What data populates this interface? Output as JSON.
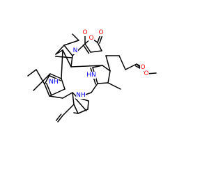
{
  "molecule": {
    "colors": {
      "bond": "#000000",
      "carbon": "#000000",
      "oxygen": "#ff0d0d",
      "nitrogen": "#0000ff"
    },
    "heteroatom_labels": [
      {
        "id": "n-ring-b",
        "element": "nitrogen",
        "text": "N"
      },
      {
        "id": "nh-ring-a",
        "element": "nitrogen",
        "text": "NH"
      },
      {
        "id": "nh-ring-c",
        "element": "nitrogen",
        "text": "NH"
      },
      {
        "id": "hn-ring-d",
        "element": "nitrogen",
        "text": "HN"
      },
      {
        "id": "o-anhydride-carbonyl-top",
        "element": "oxygen",
        "text": "O"
      },
      {
        "id": "o-anhydride-ring",
        "element": "oxygen",
        "text": "O"
      },
      {
        "id": "o-anhydride-carbonyl-right",
        "element": "oxygen",
        "text": "O"
      },
      {
        "id": "o-ester-carbonyl",
        "element": "oxygen",
        "text": "O"
      },
      {
        "id": "o-ester-ether",
        "element": "oxygen",
        "text": "O"
      }
    ]
  }
}
